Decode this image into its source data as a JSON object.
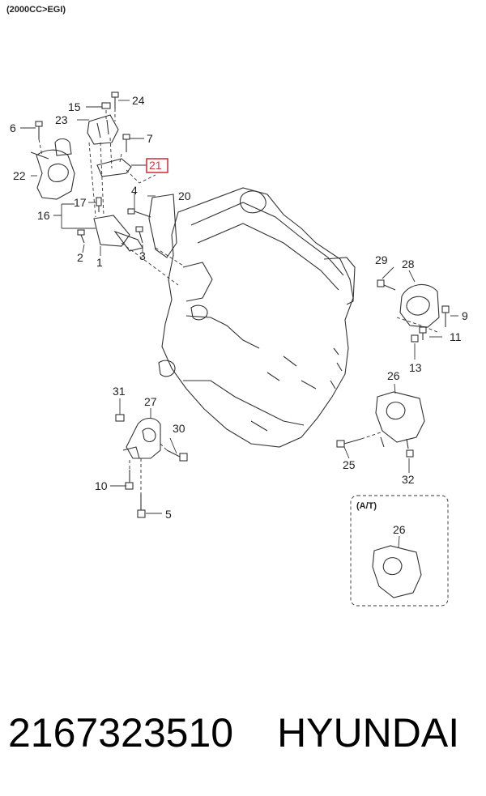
{
  "header": {
    "variant": "(2000CC>EGI)"
  },
  "inset": {
    "label": "(A/T)",
    "part": "26"
  },
  "highlight_color": "#d4363c",
  "callouts": {
    "c1": "1",
    "c2": "2",
    "c3": "3",
    "c4": "4",
    "c5": "5",
    "c6": "6",
    "c7": "7",
    "c9": "9",
    "c10": "10",
    "c11": "11",
    "c13": "13",
    "c15": "15",
    "c16": "16",
    "c17": "17",
    "c20": "20",
    "c21": "21",
    "c22": "22",
    "c23": "23",
    "c24": "24",
    "c25": "25",
    "c26": "26",
    "c27": "27",
    "c28": "28",
    "c29": "29",
    "c30": "30",
    "c31": "31",
    "c32": "32"
  },
  "footer": {
    "part_number": "2167323510",
    "brand": "HYUNDAI"
  }
}
